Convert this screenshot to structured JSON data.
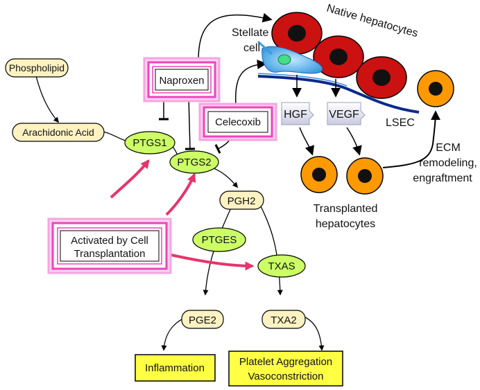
{
  "metabolites": {
    "phospholipid": "Phospholipid",
    "arachidonic_acid": "Arachidonic Acid",
    "pgh2": "PGH2",
    "pge2": "PGE2",
    "txa2": "TXA2"
  },
  "enzymes": {
    "ptgs1": "PTGS1",
    "ptgs2": "PTGS2",
    "ptges": "PTGES",
    "txas": "TXAS"
  },
  "drugs": {
    "naproxen": "Naproxen",
    "celecoxib": "Celecoxib"
  },
  "activator": {
    "line1": "Activated by Cell",
    "line2": "Transplantation"
  },
  "outcomes": {
    "inflammation": "Inflammation",
    "platelet_line1": "Platelet Aggregation",
    "platelet_line2": "Vasoconstriction"
  },
  "cells": {
    "stellate_line1": "Stellate",
    "stellate_line2": "cell",
    "native_hepatocytes": "Native hepatocytes",
    "lsec": "LSEC",
    "transplanted_line1": "Transplanted",
    "transplanted_line2": "hepatocytes"
  },
  "factors": {
    "hgf": "HGF",
    "vegf": "VEGF"
  },
  "ecm": {
    "line1": "ECM",
    "line2": "remodeling,",
    "line3": "engraftment"
  },
  "colors": {
    "metabolite_fill": "#fff2c2",
    "enzyme_fill": "#ccff66",
    "outcome_fill": "#ffff44",
    "glow_pink": "#ee44bb",
    "activation_arrow": "#e8336b",
    "native_hepatocyte": "#cc1111",
    "transplanted_hepatocyte": "#ff9900",
    "factor_fill": "#e8e8f4"
  }
}
